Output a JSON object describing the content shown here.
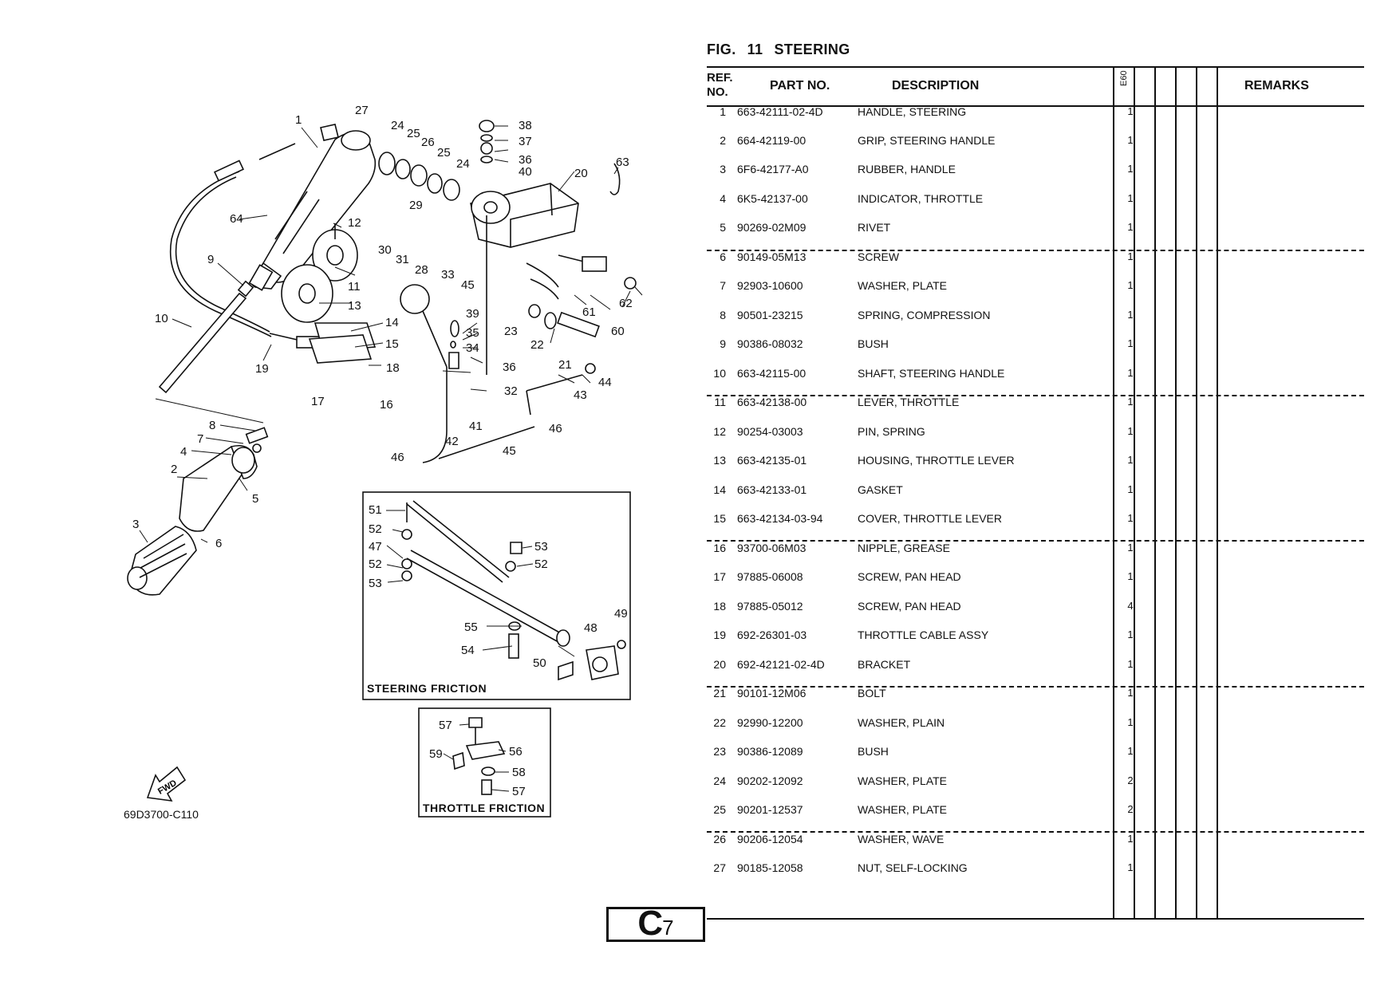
{
  "figure": {
    "label": "FIG.",
    "number": "11",
    "title": "STEERING"
  },
  "table_header": {
    "ref_line1": "REF.",
    "ref_line2": "NO.",
    "part_no": "PART NO.",
    "description": "DESCRIPTION",
    "model_column": "E60",
    "remarks": "REMARKS"
  },
  "parts": [
    {
      "ref": "1",
      "part_no": "663-42111-02-4D",
      "description": "HANDLE, STEERING",
      "qty": "1"
    },
    {
      "ref": "2",
      "part_no": "664-42119-00",
      "description": "GRIP, STEERING HANDLE",
      "qty": "1"
    },
    {
      "ref": "3",
      "part_no": "6F6-42177-A0",
      "description": "RUBBER, HANDLE",
      "qty": "1"
    },
    {
      "ref": "4",
      "part_no": "6K5-42137-00",
      "description": "INDICATOR, THROTTLE",
      "qty": "1"
    },
    {
      "ref": "5",
      "part_no": "90269-02M09",
      "description": "RIVET",
      "qty": "1"
    },
    {
      "ref": "6",
      "part_no": "90149-05M13",
      "description": "SCREW",
      "qty": "1"
    },
    {
      "ref": "7",
      "part_no": "92903-10600",
      "description": "WASHER, PLATE",
      "qty": "1"
    },
    {
      "ref": "8",
      "part_no": "90501-23215",
      "description": "SPRING, COMPRESSION",
      "qty": "1"
    },
    {
      "ref": "9",
      "part_no": "90386-08032",
      "description": "BUSH",
      "qty": "1"
    },
    {
      "ref": "10",
      "part_no": "663-42115-00",
      "description": "SHAFT, STEERING HANDLE",
      "qty": "1"
    },
    {
      "ref": "11",
      "part_no": "663-42138-00",
      "description": "LEVER, THROTTLE",
      "qty": "1"
    },
    {
      "ref": "12",
      "part_no": "90254-03003",
      "description": "PIN, SPRING",
      "qty": "1"
    },
    {
      "ref": "13",
      "part_no": "663-42135-01",
      "description": "HOUSING, THROTTLE LEVER",
      "qty": "1"
    },
    {
      "ref": "14",
      "part_no": "663-42133-01",
      "description": "GASKET",
      "qty": "1"
    },
    {
      "ref": "15",
      "part_no": "663-42134-03-94",
      "description": "COVER, THROTTLE LEVER",
      "qty": "1"
    },
    {
      "ref": "16",
      "part_no": "93700-06M03",
      "description": "NIPPLE, GREASE",
      "qty": "1"
    },
    {
      "ref": "17",
      "part_no": "97885-06008",
      "description": "SCREW, PAN HEAD",
      "qty": "1"
    },
    {
      "ref": "18",
      "part_no": "97885-05012",
      "description": "SCREW, PAN HEAD",
      "qty": "4"
    },
    {
      "ref": "19",
      "part_no": "692-26301-03",
      "description": "THROTTLE CABLE ASSY",
      "qty": "1"
    },
    {
      "ref": "20",
      "part_no": "692-42121-02-4D",
      "description": "BRACKET",
      "qty": "1"
    },
    {
      "ref": "21",
      "part_no": "90101-12M06",
      "description": "BOLT",
      "qty": "1"
    },
    {
      "ref": "22",
      "part_no": "92990-12200",
      "description": "WASHER, PLAIN",
      "qty": "1"
    },
    {
      "ref": "23",
      "part_no": "90386-12089",
      "description": "BUSH",
      "qty": "1"
    },
    {
      "ref": "24",
      "part_no": "90202-12092",
      "description": "WASHER, PLATE",
      "qty": "2"
    },
    {
      "ref": "25",
      "part_no": "90201-12537",
      "description": "WASHER, PLATE",
      "qty": "2"
    },
    {
      "ref": "26",
      "part_no": "90206-12054",
      "description": "WASHER, WAVE",
      "qty": "1"
    },
    {
      "ref": "27",
      "part_no": "90185-12058",
      "description": "NUT, SELF-LOCKING",
      "qty": "1"
    }
  ],
  "diagram": {
    "code": "69D3700-C110",
    "fwd_label": "FWD",
    "steering_friction_label": "STEERING  FRICTION",
    "throttle_friction_label": "THROTTLE  FRICTION",
    "callouts": [
      "1",
      "2",
      "3",
      "4",
      "5",
      "6",
      "7",
      "8",
      "9",
      "10",
      "11",
      "12",
      "13",
      "14",
      "15",
      "16",
      "17",
      "18",
      "19",
      "20",
      "21",
      "22",
      "23",
      "24",
      "25",
      "24",
      "25",
      "26",
      "27",
      "28",
      "29",
      "30",
      "31",
      "32",
      "33",
      "34",
      "35",
      "36",
      "36",
      "37",
      "38",
      "39",
      "40",
      "41",
      "42",
      "43",
      "44",
      "45",
      "45",
      "46",
      "46",
      "47",
      "48",
      "49",
      "50",
      "51",
      "52",
      "52",
      "52",
      "53",
      "53",
      "54",
      "55",
      "56",
      "57",
      "57",
      "58",
      "59",
      "60",
      "61",
      "62",
      "63",
      "64"
    ]
  },
  "page": {
    "letter": "C",
    "number": "7"
  }
}
